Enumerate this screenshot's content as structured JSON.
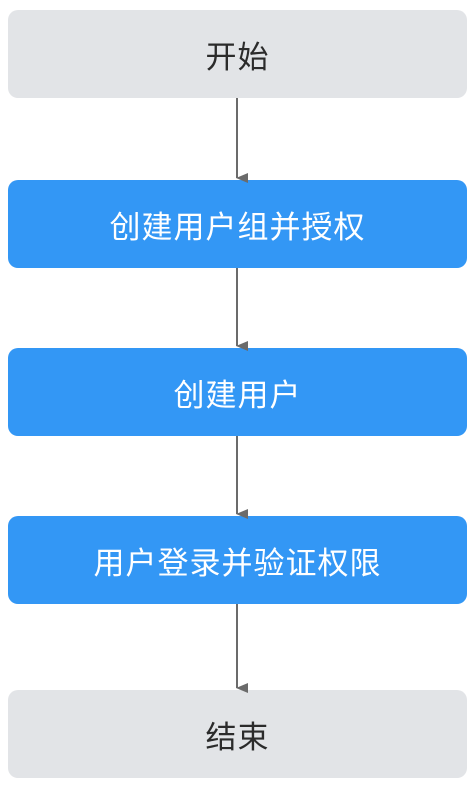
{
  "flowchart": {
    "nodes": [
      {
        "label": "开始",
        "kind": "terminal"
      },
      {
        "label": "创建用户组并授权",
        "kind": "process"
      },
      {
        "label": "创建用户",
        "kind": "process"
      },
      {
        "label": "用户登录并验证权限",
        "kind": "process"
      },
      {
        "label": "结束",
        "kind": "terminal"
      }
    ],
    "colors": {
      "terminal_fill": "#e2e4e7",
      "process_fill": "#3397f5",
      "arrow": "#6b6b6b"
    }
  }
}
